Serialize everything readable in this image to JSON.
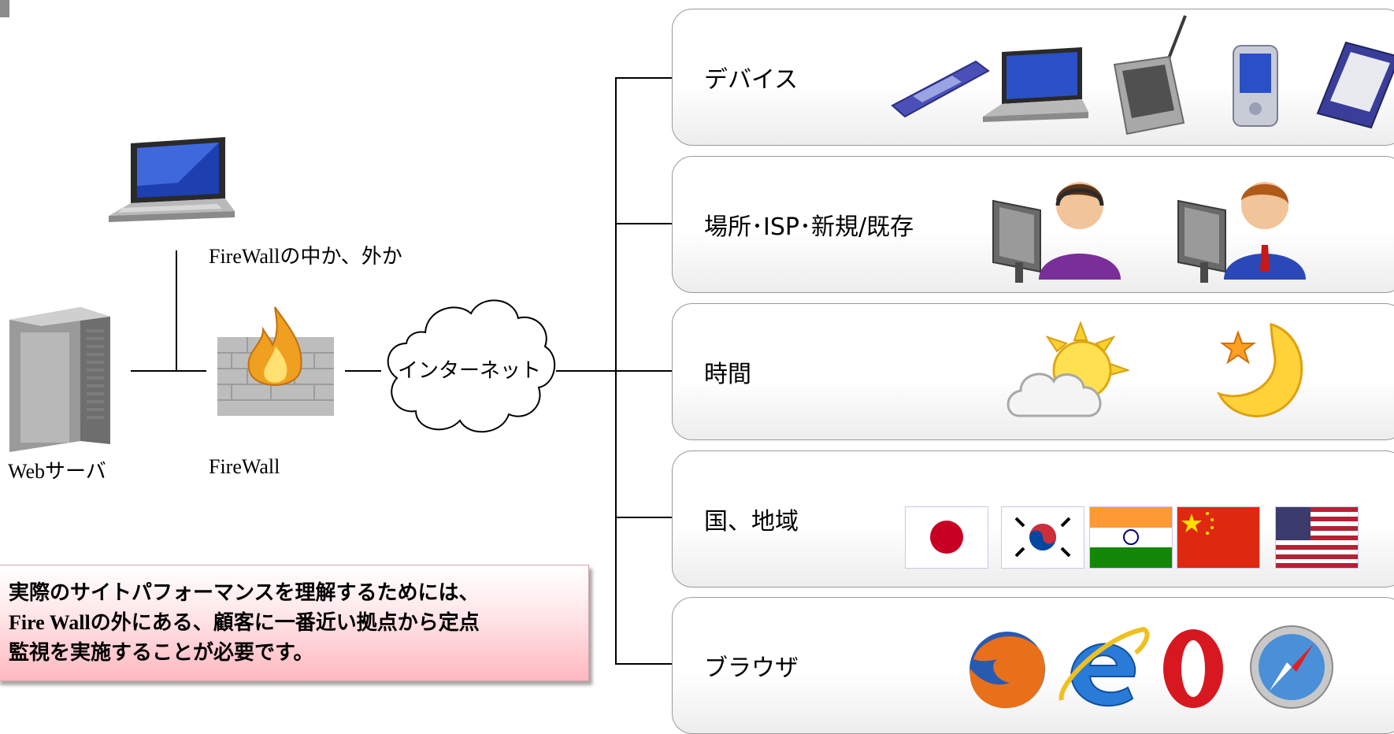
{
  "network": {
    "laptop_caption": "FireWallの中か、外か",
    "server_label": "Webサーバ",
    "firewall_label": "FireWall",
    "cloud_label": "インターネット"
  },
  "panels": [
    {
      "label": "デバイス",
      "icons": [
        "mobile-phone-icon",
        "laptop-icon",
        "tablet-pen-icon",
        "pda-icon",
        "smartphone-icon"
      ]
    },
    {
      "label": "場所･ISP･新規/既存",
      "icons": [
        "operator-headset-user-icon",
        "business-user-icon"
      ]
    },
    {
      "label": "時間",
      "icons": [
        "sun-cloud-icon",
        "moon-star-icon"
      ]
    },
    {
      "label": "国、地域",
      "icons": [
        "flag-japan-icon",
        "flag-korea-icon",
        "flag-india-icon",
        "flag-china-icon",
        "flag-usa-icon"
      ]
    },
    {
      "label": "ブラウザ",
      "icons": [
        "firefox-icon",
        "internet-explorer-icon",
        "opera-icon",
        "safari-icon"
      ]
    }
  ],
  "notice": {
    "line1": "実際のサイトパフォーマンスを理解するためには、",
    "line2": "Fire Wallの外にある、顧客に一番近い拠点から定点",
    "line3": "監視を実施することが必要です。"
  }
}
